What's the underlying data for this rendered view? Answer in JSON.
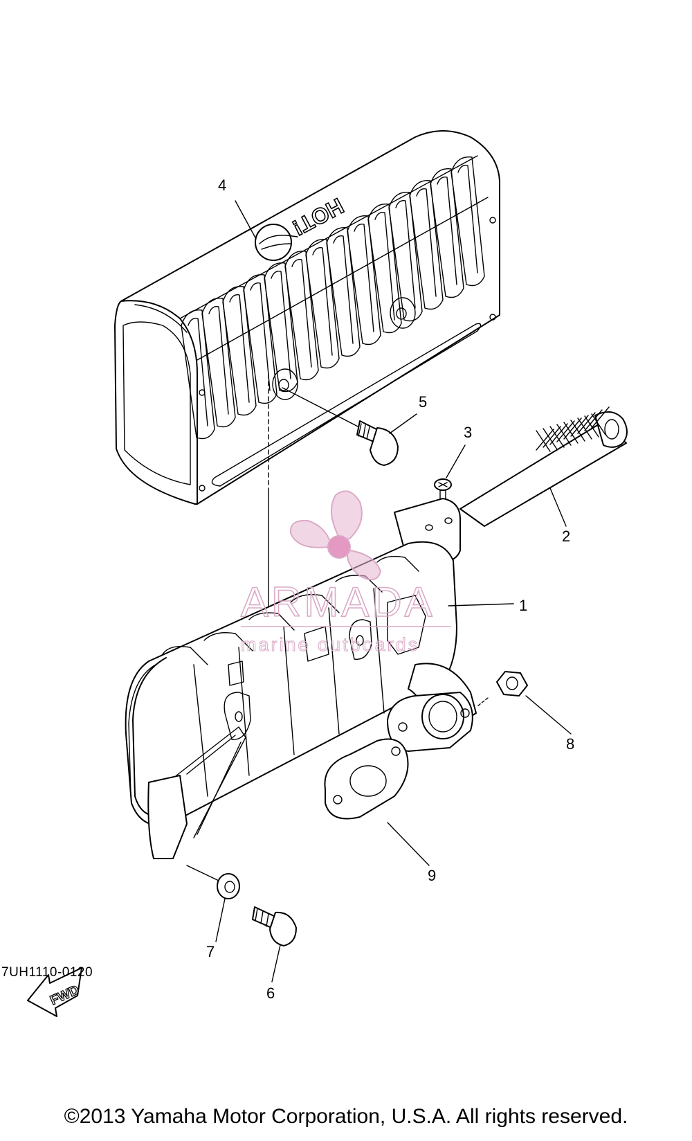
{
  "callouts": {
    "c1": "1",
    "c2": "2",
    "c3": "3",
    "c4": "4",
    "c5": "5",
    "c6": "6",
    "c7": "7",
    "c8": "8",
    "c9": "9"
  },
  "heat_shield_text": "HOT!",
  "fwd_text": "FWD",
  "watermark": {
    "title": "ARMADA",
    "subtitle": "marine outboards",
    "color": "#d9a6c4"
  },
  "diagram_code": "7UH1110-0120",
  "copyright": "©2013 Yamaha Motor Corporation, U.S.A. All rights reserved."
}
